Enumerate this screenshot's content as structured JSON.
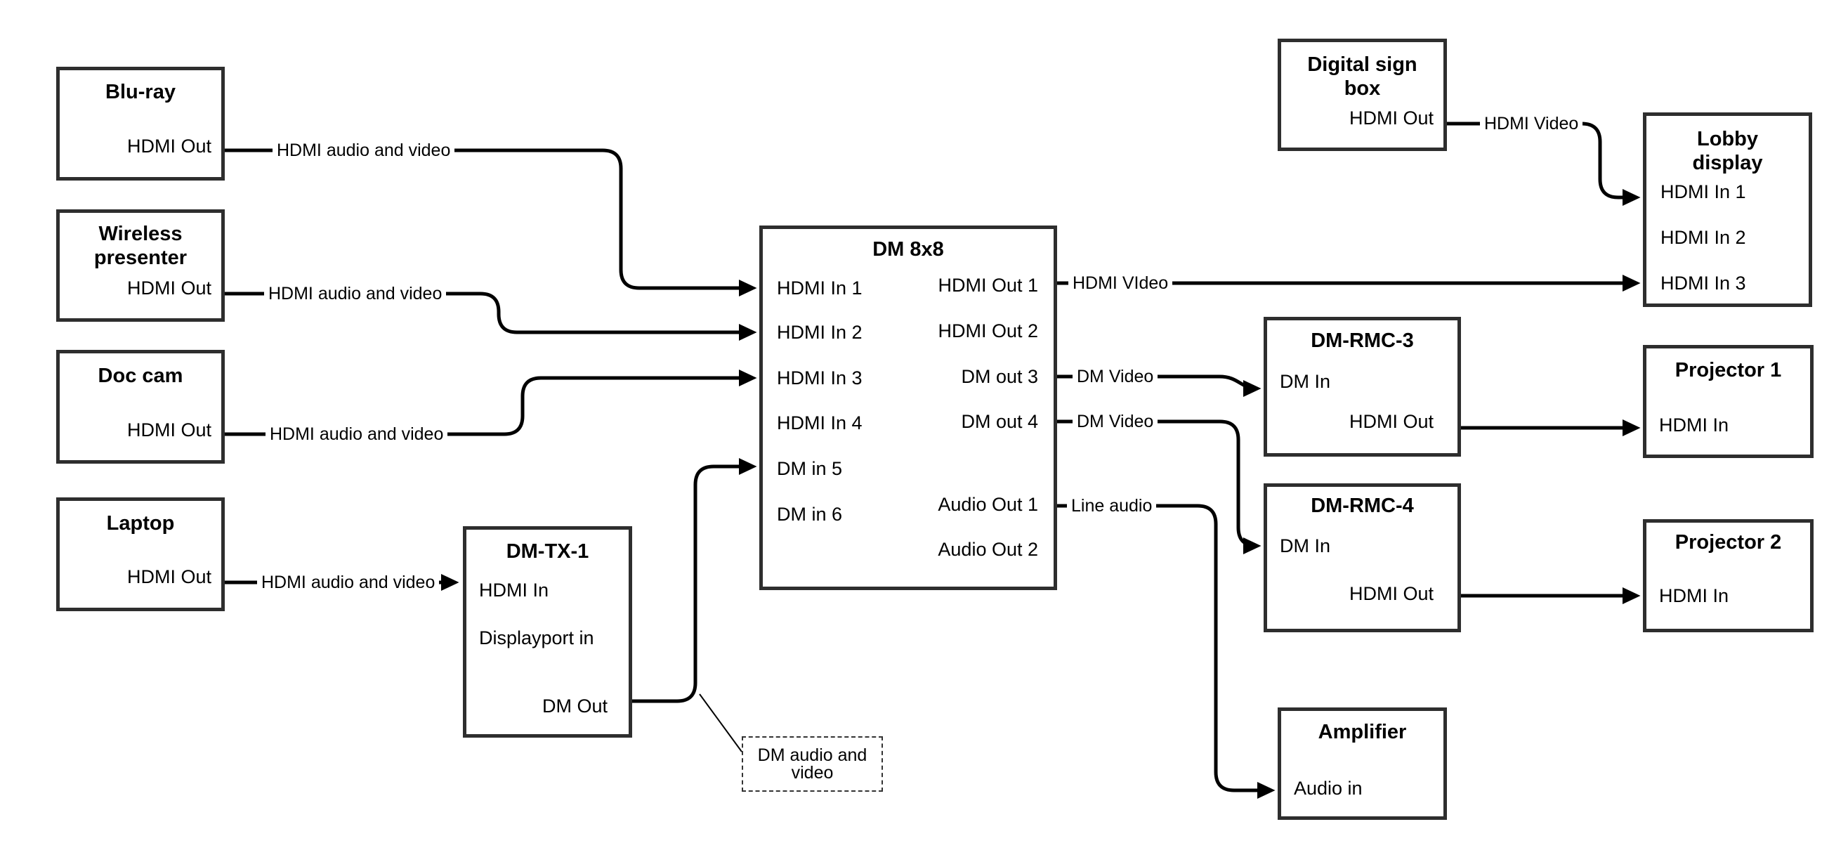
{
  "diagram": {
    "colors": {
      "background": "#ffffff",
      "box_border": "#2e2e2e",
      "line": "#000000"
    },
    "nodes": {
      "blu_ray": {
        "title": "Blu-ray",
        "ports": {
          "hdmi_out": "HDMI Out"
        }
      },
      "wireless": {
        "title": "Wireless\npresenter",
        "ports": {
          "hdmi_out": "HDMI Out"
        }
      },
      "doc_cam": {
        "title": "Doc cam",
        "ports": {
          "hdmi_out": "HDMI Out"
        }
      },
      "laptop": {
        "title": "Laptop",
        "ports": {
          "hdmi_out": "HDMI Out"
        }
      },
      "dm_tx_1": {
        "title": "DM-TX-1",
        "ports": {
          "hdmi_in": "HDMI In",
          "displayport_in": "Displayport in",
          "dm_out": "DM Out"
        }
      },
      "dm8x8": {
        "title": "DM 8x8",
        "ports": {
          "hdmi_in_1": "HDMI In 1",
          "hdmi_in_2": "HDMI In 2",
          "hdmi_in_3": "HDMI In 3",
          "hdmi_in_4": "HDMI In 4",
          "dm_in_5": "DM in 5",
          "dm_in_6": "DM in 6",
          "hdmi_out_1": "HDMI Out 1",
          "hdmi_out_2": "HDMI Out 2",
          "dm_out_3": "DM out 3",
          "dm_out_4": "DM out 4",
          "audio_out_1": "Audio Out 1",
          "audio_out_2": "Audio Out 2"
        }
      },
      "digital_sign": {
        "title": "Digital sign\nbox",
        "ports": {
          "hdmi_out": "HDMI Out"
        }
      },
      "lobby": {
        "title": "Lobby\ndisplay",
        "ports": {
          "hdmi_in_1": "HDMI In 1",
          "hdmi_in_2": "HDMI In 2",
          "hdmi_in_3": "HDMI In 3"
        }
      },
      "dm_rmc_3": {
        "title": "DM-RMC-3",
        "ports": {
          "dm_in": "DM In",
          "hdmi_out": "HDMI Out"
        }
      },
      "dm_rmc_4": {
        "title": "DM-RMC-4",
        "ports": {
          "dm_in": "DM In",
          "hdmi_out": "HDMI Out"
        }
      },
      "projector_1": {
        "title": "Projector 1",
        "ports": {
          "hdmi_in": "HDMI In"
        }
      },
      "projector_2": {
        "title": "Projector 2",
        "ports": {
          "hdmi_in": "HDMI In"
        }
      },
      "amplifier": {
        "title": "Amplifier",
        "ports": {
          "audio_in": "Audio in"
        }
      }
    },
    "edge_labels": {
      "blu_ray_to_dm": "HDMI audio and video",
      "wireless_to_dm": "HDMI audio and video",
      "doc_cam_to_dm": "HDMI audio and video",
      "laptop_to_tx": "HDMI audio and video",
      "out1_to_lobby": "HDMI VIdeo",
      "out3_to_rmc3": "DM Video",
      "out4_to_rmc4": "DM Video",
      "audio1_to_amp": "Line audio",
      "sign_to_lobby": "HDMI Video"
    },
    "note": {
      "line1": "DM audio and",
      "line2": "video"
    }
  }
}
